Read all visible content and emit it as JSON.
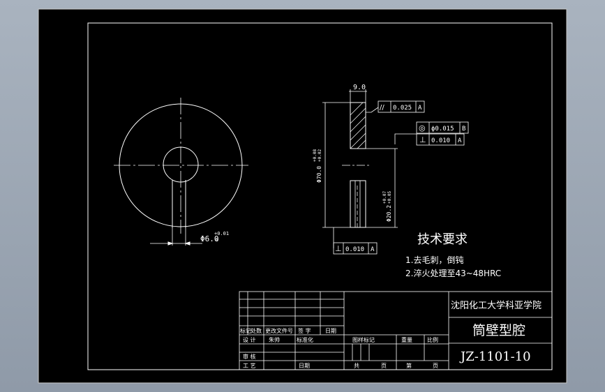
{
  "drawing": {
    "background_color": "#000000",
    "line_color": "#ffffff"
  },
  "front_view": {
    "bore_dimension": "Φ6.0",
    "bore_tol_upper": "+0.01",
    "bore_tol_lower": "0"
  },
  "side_view": {
    "thickness": "9.0",
    "outer_diameter": "Φ70.0",
    "outer_tol_upper": "+0.08",
    "outer_tol_lower": "+0.02",
    "inner_diameter": "Φ20.2",
    "inner_tol_upper": "+0.07",
    "inner_tol_lower": "+0.05"
  },
  "tolerance_frames": {
    "parallelism": {
      "symbol": "//",
      "value": "0.025",
      "datum": "A"
    },
    "coaxiality": {
      "symbol": "◎",
      "value": "ϕ0.015",
      "datum": "B"
    },
    "perpendicularity_upper": {
      "symbol": "⊥",
      "value": "0.010",
      "datum": "A"
    },
    "perpendicularity_lower": {
      "symbol": "⊥",
      "value": "0.010",
      "datum": "A"
    }
  },
  "tech_requirements": {
    "title": "技术要求",
    "item1": "1.去毛刺，倒钝",
    "item2": "2.淬火处理至43~48HRC"
  },
  "title_block": {
    "school": "沈阳化工大学科亚学院",
    "part_name": "筒壁型腔",
    "drawing_number": "JZ-1101-10",
    "h_biaoji": "标记",
    "h_chushu": "处数",
    "h_gengzheng": "更改文件号",
    "h_qianzi": "签 字",
    "h_riqi": "日期",
    "h_sheji": "设 计",
    "h_biaozhunhua": "标准化",
    "h_tuyang": "图样标记",
    "h_zhongliang": "重量",
    "h_bili": "比例",
    "h_shenhe": "审 核",
    "h_gongyi": "工 艺",
    "h_riqi2": "日期",
    "h_gong": "共",
    "h_ye": "页",
    "h_di": "第",
    "h_ye2": "页",
    "sign_mark": "朱帅"
  }
}
